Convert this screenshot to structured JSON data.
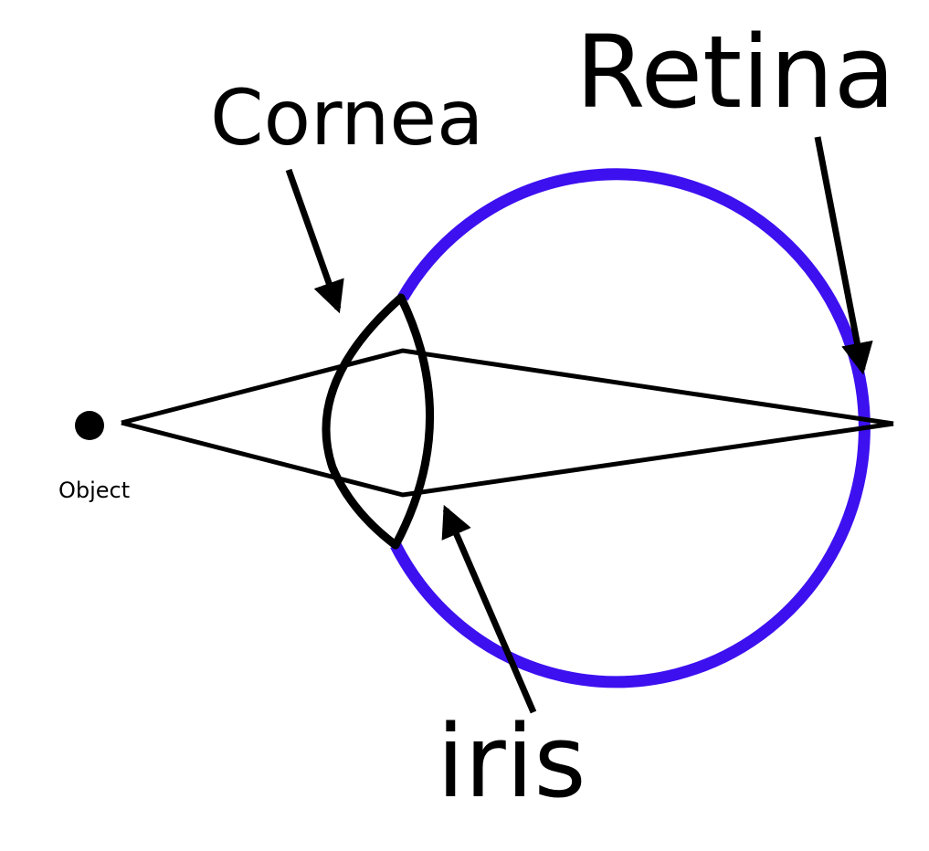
{
  "labels": {
    "retina": "Retina",
    "cornea": "Cornea",
    "iris": "iris",
    "object": "Object"
  },
  "colors": {
    "eyeball": "#3d10f0",
    "lens": "#000000",
    "rays": "#000000",
    "arrows": "#000000",
    "object_dot": "#000000",
    "background": "#ffffff"
  }
}
